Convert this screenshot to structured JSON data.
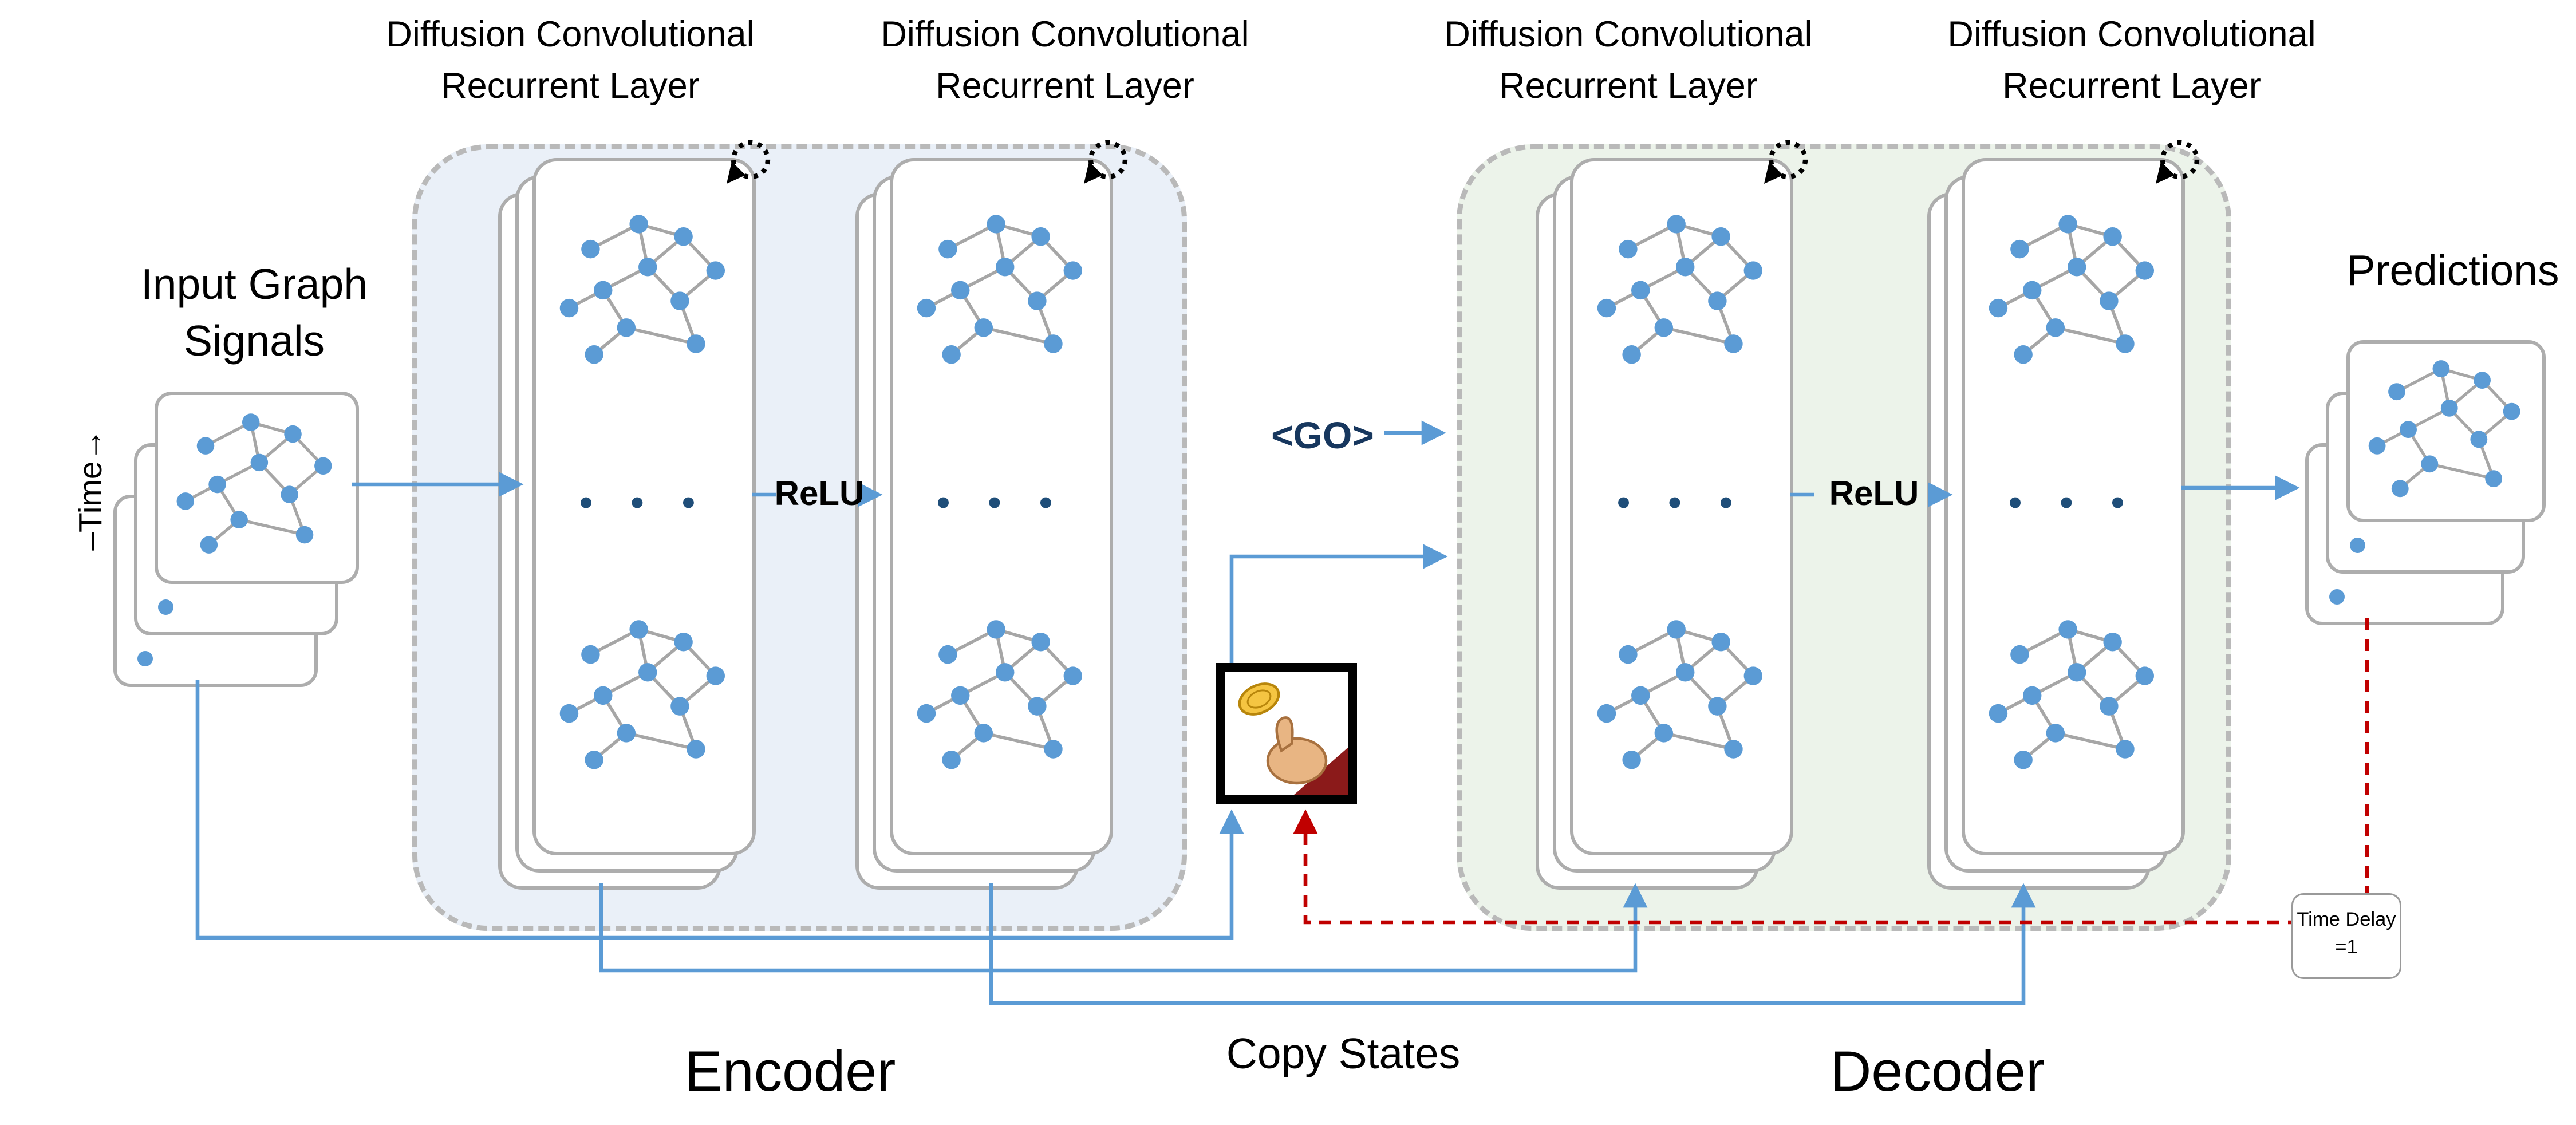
{
  "diagram": {
    "titles": [
      "Diffusion Convolutional Recurrent Layer",
      "Diffusion Convolutional Recurrent Layer",
      "Diffusion Convolutional Recurrent Layer",
      "Diffusion Convolutional Recurrent Layer"
    ],
    "input_label": "Input Graph Signals",
    "time_axis_label": "–Time→",
    "go_label": "<GO>",
    "relu_labels": [
      "ReLU",
      "ReLU"
    ],
    "ellipsis": "• • •",
    "predictions_label": "Predictions",
    "encoder_label": "Encoder",
    "decoder_label": "Decoder",
    "copy_states_label": "Copy States",
    "time_delay_label": "Time Delay =1",
    "colors": {
      "arrow_blue": "#5b9bd5",
      "node_blue": "#5b9bd5",
      "edge_gray": "#a6a6a6",
      "encoder_bg": "#eaf0f8",
      "decoder_bg": "#ecf3ea",
      "dashed_red": "#c00000",
      "border_gray": "#b9b9b9",
      "ellipsis_navy": "#1f4e79"
    }
  }
}
